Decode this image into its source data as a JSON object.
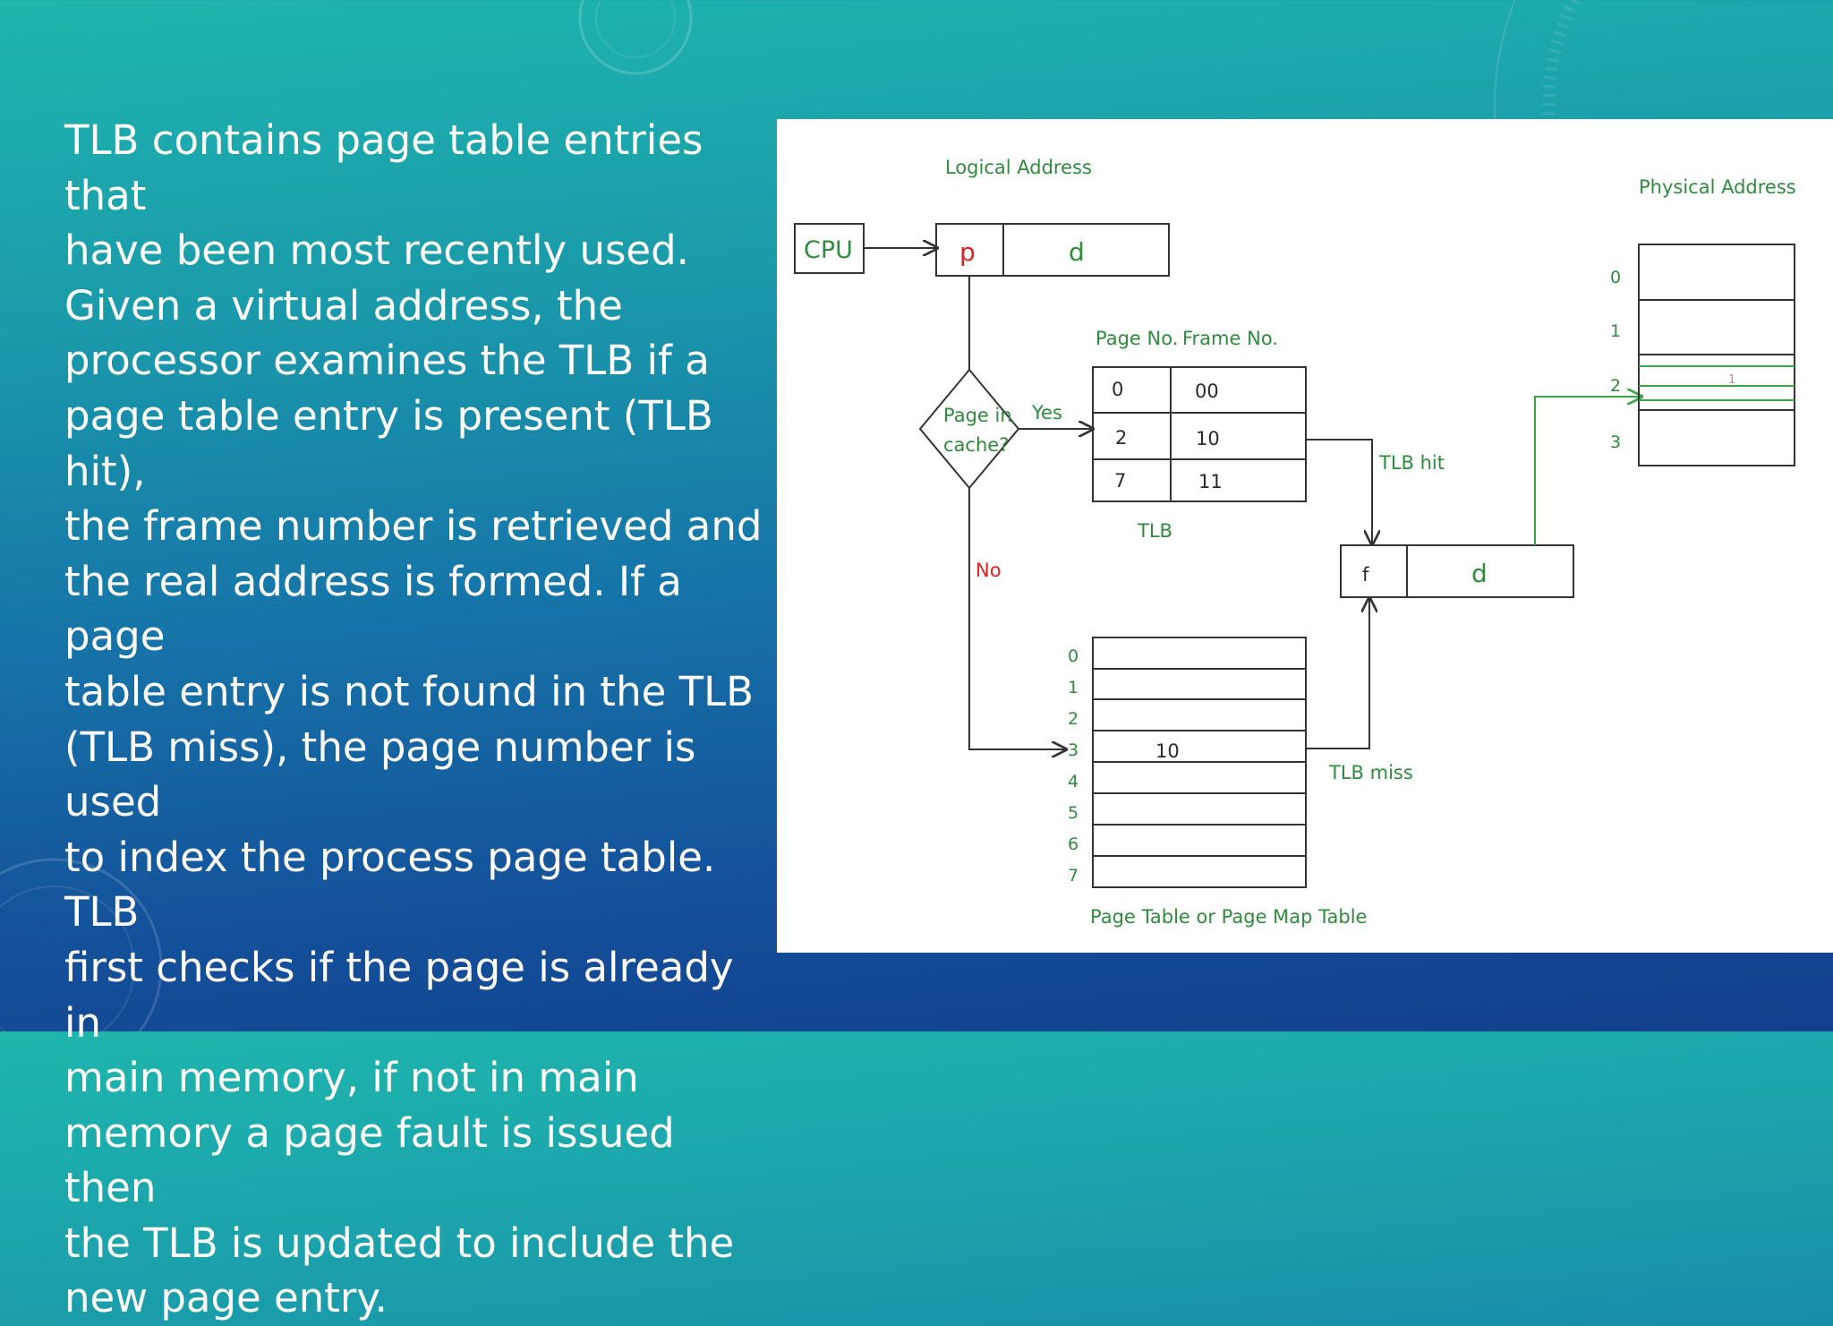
{
  "slide": {
    "body_text": "TLB contains page table entries that\nhave been most recently used.\nGiven a virtual address, the\nprocessor examines the TLB if a\npage table entry is present (TLB hit),\nthe frame number is retrieved and\nthe real address is formed. If a page\ntable entry is not found in the TLB\n(TLB miss), the page number is used\nto index the process page table. TLB\nfirst checks if the page is already in\nmain memory, if not in main\nmemory a page fault is issued then\nthe TLB is updated to include the\nnew page entry."
  },
  "diagram": {
    "logical_address_label": "Logical Address",
    "physical_address_label": "Physical Address",
    "cpu_label": "CPU",
    "logical_p": "p",
    "logical_d": "d",
    "decision_line1": "Page in",
    "decision_line2": "cache?",
    "yes_label": "Yes",
    "no_label": "No",
    "tlb_header_page": "Page No.",
    "tlb_header_frame": "Frame No.",
    "tlb_rows": [
      {
        "page": "0",
        "frame": "00"
      },
      {
        "page": "2",
        "frame": "10"
      },
      {
        "page": "7",
        "frame": "11"
      }
    ],
    "tlb_label": "TLB",
    "tlb_hit_label": "TLB hit",
    "tlb_miss_label": "TLB miss",
    "physical_f": "f",
    "physical_d": "d",
    "page_table_indices": [
      "0",
      "1",
      "2",
      "3",
      "4",
      "5",
      "6",
      "7"
    ],
    "page_table_value": "10",
    "page_table_label": "Page Table or Page Map Table",
    "memory_indices": [
      "0",
      "1",
      "2",
      "3"
    ],
    "memory_marker": "1"
  },
  "colors": {
    "label_green": "#2e8b3c",
    "label_red": "#e02020",
    "arrow_green": "#3aa64a"
  }
}
